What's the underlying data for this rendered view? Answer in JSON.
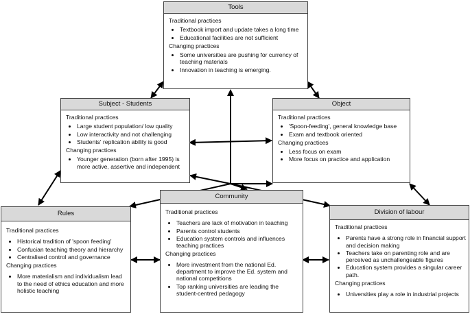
{
  "boxes": {
    "tools": {
      "title": "Tools",
      "traditional_label": "Traditional practices",
      "traditional": [
        "Textbook import and update takes a long time",
        "Educational facilities are not sufficient"
      ],
      "changing_label": "Changing practices",
      "changing": [
        "Some universities are pushing for currency of teaching materials",
        "Innovation in teaching is emerging."
      ]
    },
    "subject": {
      "title": "Subject - Students",
      "traditional_label": "Traditional practices",
      "traditional": [
        "Large student population/ low quality",
        "Low interactivity and not challenging",
        "Students' replication ability is good"
      ],
      "changing_label": "Changing practices",
      "changing": [
        "Younger generation (born after 1995) is more active, assertive and independent"
      ]
    },
    "object": {
      "title": "Object",
      "traditional_label": "Traditional practices",
      "traditional": [
        "'Spoon-feeding', general knowledge base",
        "Exam and textbook oriented"
      ],
      "changing_label": "Changing practices",
      "changing": [
        "Less focus on exam",
        "More focus on practice and application"
      ]
    },
    "rules": {
      "title": "Rules",
      "traditional_label": "Traditional practices",
      "traditional": [
        "Historical tradition of 'spoon feeding'",
        "Confucian teaching theory and hierarchy",
        "Centralised control and governance"
      ],
      "changing_label": "Changing practices",
      "changing": [
        "More materialism and individualism lead to the need of ethics education and more holistic teaching"
      ]
    },
    "community": {
      "title": "Community",
      "traditional_label": "Traditional practices",
      "traditional": [
        "Teachers are lack of motivation in teaching",
        "Parents control students",
        "Education system controls and influences teaching practices"
      ],
      "changing_label": "Changing practices",
      "changing": [
        "More investment from the national Ed. department to improve the Ed. system and national competitions",
        "Top ranking universities are leading the student-centred pedagogy"
      ]
    },
    "division": {
      "title": "Division of labour",
      "traditional_label": "Traditional practices",
      "traditional": [
        "Parents have a strong role in financial support and decision making",
        "Teachers take on parenting role and are perceived as unchallengeable figures",
        "Education system provides a singular career path."
      ],
      "changing_label": "Changing practices",
      "changing": [
        "Universities play a role in industrial projects"
      ]
    }
  }
}
